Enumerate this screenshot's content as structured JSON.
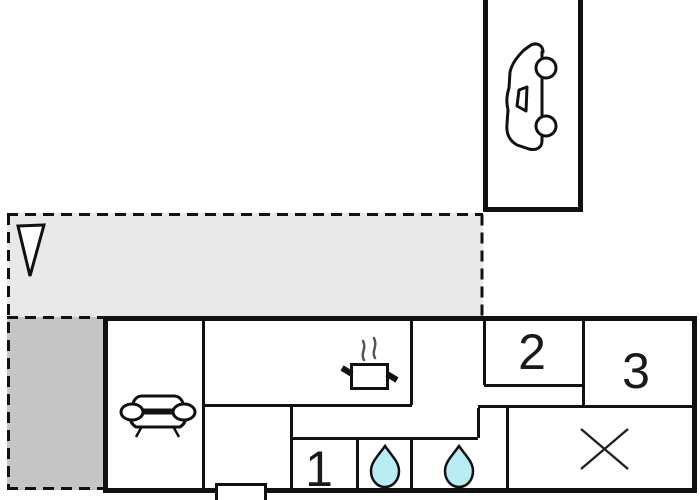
{
  "floorplan": {
    "room_labels": {
      "room1": "1",
      "room2": "2",
      "room3": "3"
    },
    "icons": {
      "carport": "car-icon",
      "terrace_marker": "triangle-down-icon",
      "living_room": "sofa-icon",
      "kitchen": "cooking-pot-icon",
      "bathroom_1": "water-drop-icon",
      "bathroom_2": "water-drop-icon",
      "utility_room": "x-cross-icon"
    },
    "colors": {
      "wall": "#111111",
      "terrace_light": "#e9e9e9",
      "terrace_dark": "#c5c5c6",
      "water_drop": "#b8edf3",
      "background": "#ffffff"
    }
  }
}
